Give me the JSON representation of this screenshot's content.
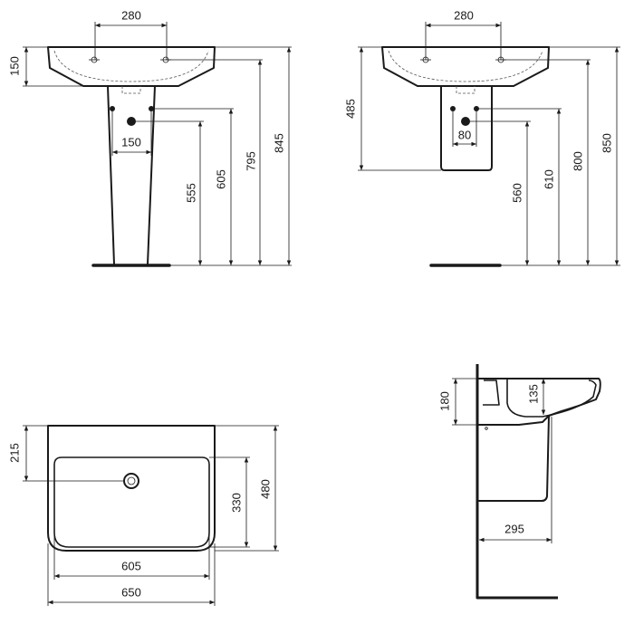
{
  "pedestal_front_view": {
    "tap_spacing": "280",
    "basin_height": "150",
    "pipe_spacing": "150",
    "waste_height": "555",
    "supply_height": "605",
    "tap_height": "795",
    "total_height": "845"
  },
  "semi_pedestal_front_view": {
    "tap_spacing": "280",
    "pedestal_drop": "485",
    "pipe_spacing": "80",
    "waste_height": "560",
    "supply_height": "610",
    "tap_height": "800",
    "total_height": "850"
  },
  "plan_view": {
    "waste_offset": "215",
    "bowl_depth": "330",
    "overall_depth": "480",
    "bowl_width": "605",
    "overall_width": "650"
  },
  "side_view": {
    "basin_height": "180",
    "bowl_depth": "135",
    "pedestal_projection": "295"
  }
}
